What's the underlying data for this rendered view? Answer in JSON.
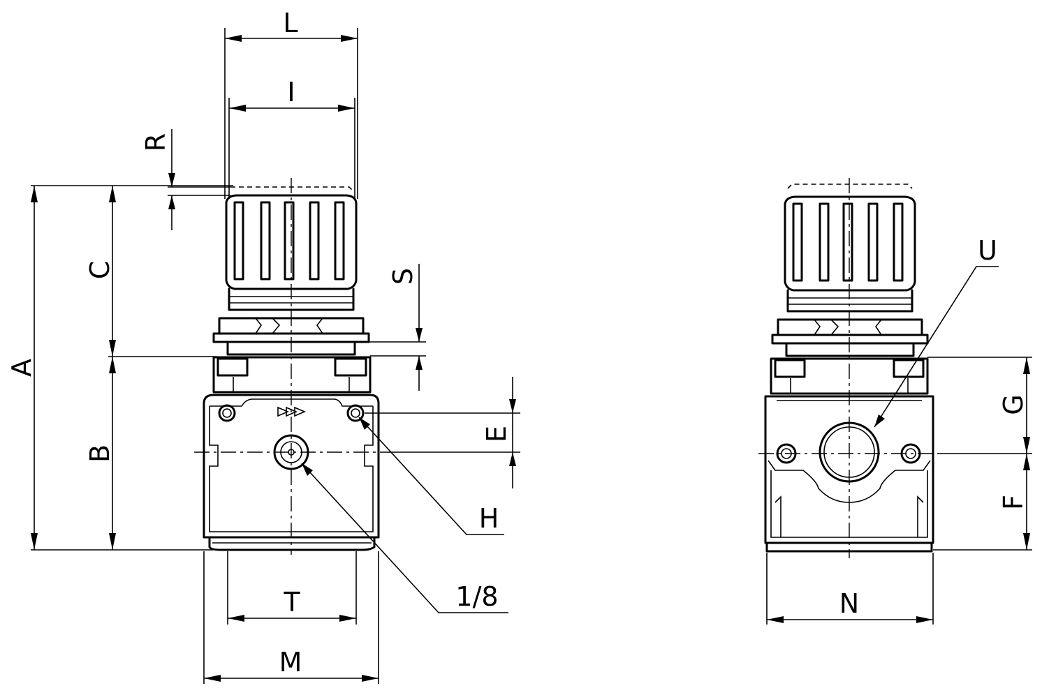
{
  "colors": {
    "line": "#000000",
    "background": "#ffffff"
  },
  "labels": {
    "L": "L",
    "I": "I",
    "R": "R",
    "A": "A",
    "C": "C",
    "S": "S",
    "B": "B",
    "E": "E",
    "H": "H",
    "T": "T",
    "M": "M",
    "port": "1/8",
    "U": "U",
    "G": "G",
    "F": "F",
    "N": "N"
  }
}
